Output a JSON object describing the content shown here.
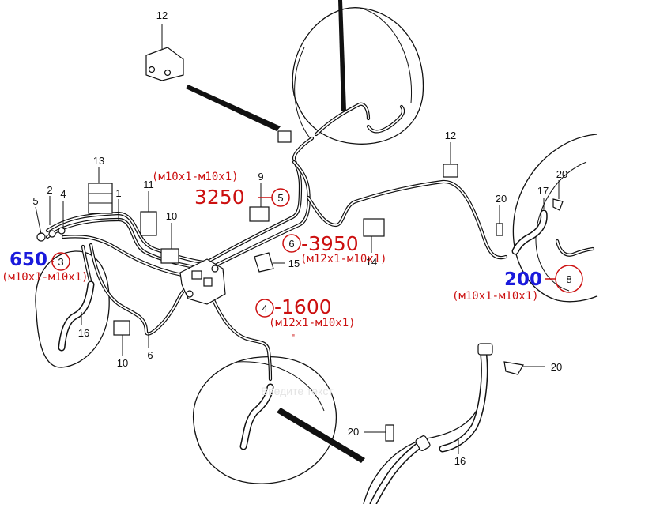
{
  "part_numbers": {
    "p12_top": "12",
    "p12_right": "12",
    "p13": "13",
    "p9": "9",
    "p11": "11",
    "p10_mid": "10",
    "p10_bottom": "10",
    "p1": "1",
    "p2": "2",
    "p4_left": "4",
    "p5_left": "5",
    "p15": "15",
    "p14": "14",
    "p6_bottom": "6",
    "p16_left": "16",
    "p16_right": "16",
    "p17": "17",
    "p20_a": "20",
    "p20_b": "20",
    "p20_c": "20",
    "p20_d": "20"
  },
  "callouts": {
    "c5": {
      "circle": "5",
      "length": "3250",
      "thread": "(м10x1-м10x1)"
    },
    "c6": {
      "circle": "6",
      "length": "-3950",
      "thread": "(м12x1-м10x1)"
    },
    "c4": {
      "circle": "4",
      "length": "-1600",
      "thread": "(м12x1-м10x1)",
      "mark": "\""
    },
    "c3": {
      "circle": "3",
      "length": "650",
      "thread": "(м10x1-м10x1)"
    },
    "c8": {
      "circle": "8",
      "length": "200",
      "thread": "(м10x1-м10x1)"
    }
  },
  "watermark": "Введите текст",
  "colors": {
    "annotation_red": "#cc1010",
    "annotation_blue": "#1a1adc",
    "line": "#111111"
  }
}
